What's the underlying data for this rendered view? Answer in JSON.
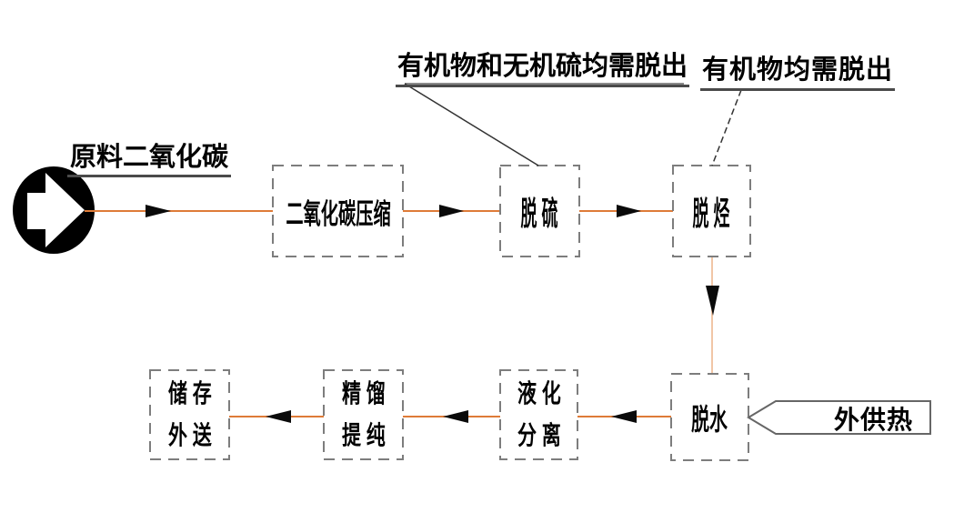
{
  "colors": {
    "flow_line_orange": "#DE7B38",
    "vertical_line_peach": "#F1C6A6",
    "dashed_border_gray": "#7D7D7D",
    "arrow_black": "#0A0A0A",
    "text_black": "#000000"
  },
  "source_label": "原料二氧化碳",
  "annotations": {
    "desulfurization_note": "有机物和无机硫均需脱出",
    "dehydrocarbon_note": "有机物均需脱出"
  },
  "boxes": {
    "compression": {
      "label": "二氧化碳压缩"
    },
    "desulfurization": {
      "label": "脱 硫"
    },
    "dehydrocarbon": {
      "label": "脱 烃"
    },
    "dehydration": {
      "label": "脱水"
    },
    "liquefaction": {
      "line1": "液 化",
      "line2": "分 离"
    },
    "distillation": {
      "line1": "精 馏",
      "line2": "提 纯"
    },
    "storage": {
      "line1": "储 存",
      "line2": "外 送"
    }
  },
  "banner": {
    "label": "外供热"
  }
}
